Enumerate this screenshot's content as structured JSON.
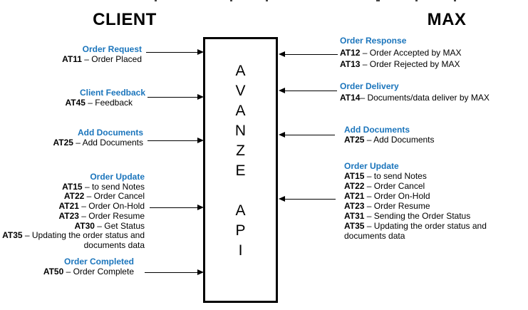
{
  "headers": {
    "client": "CLIENT",
    "max": "MAX"
  },
  "api_box": {
    "word1": "AVANZE",
    "word2": "API"
  },
  "colors": {
    "accent_blue": "#1B75BC",
    "line_black": "#000000"
  },
  "left": {
    "order_request": {
      "title": "Order Request",
      "lines": [
        {
          "code": "AT11",
          "text": " – Order Placed"
        }
      ]
    },
    "client_feedback": {
      "title": "Client Feedback",
      "lines": [
        {
          "code": "AT45",
          "text": " – Feedback"
        }
      ]
    },
    "add_documents": {
      "title": "Add Documents",
      "lines": [
        {
          "code": "AT25",
          "text": " – Add Documents"
        }
      ]
    },
    "order_update": {
      "title": "Order Update",
      "lines": [
        {
          "code": "AT15",
          "text": " – to send Notes"
        },
        {
          "code": "AT22",
          "text": " – Order Cancel"
        },
        {
          "code": "AT21",
          "text": " – Order On-Hold"
        },
        {
          "code": "AT23",
          "text": " – Order Resume"
        },
        {
          "code": "AT30",
          "text": " – Get Status"
        },
        {
          "code": "AT35",
          "text": " – Updating the order status and"
        },
        {
          "code": "",
          "text": "documents data"
        }
      ]
    },
    "order_completed": {
      "title": "Order Completed",
      "lines": [
        {
          "code": "AT50",
          "text": " – Order Complete"
        }
      ]
    }
  },
  "right": {
    "order_response": {
      "title": "Order Response",
      "lines": [
        {
          "code": "AT12",
          "text": " – Order Accepted by MAX"
        },
        {
          "code": "AT13",
          "text": " – Order Rejected by MAX"
        }
      ]
    },
    "order_delivery": {
      "title": "Order Delivery",
      "lines": [
        {
          "code": "AT14",
          "text": "– Documents/data deliver by MAX"
        }
      ]
    },
    "add_documents": {
      "title": "Add Documents",
      "lines": [
        {
          "code": "AT25",
          "text": " – Add Documents"
        }
      ]
    },
    "order_update": {
      "title": "Order Update",
      "lines": [
        {
          "code": "AT15",
          "text": " – to send Notes"
        },
        {
          "code": "AT22",
          "text": " – Order Cancel"
        },
        {
          "code": "AT21",
          "text": " – Order On-Hold"
        },
        {
          "code": "AT23",
          "text": " – Order Resume"
        },
        {
          "code": "AT31",
          "text": " – Sending the Order Status"
        },
        {
          "code": "AT35",
          "text": " – Updating the order status and"
        },
        {
          "code": "",
          "text": "documents data"
        }
      ]
    }
  }
}
